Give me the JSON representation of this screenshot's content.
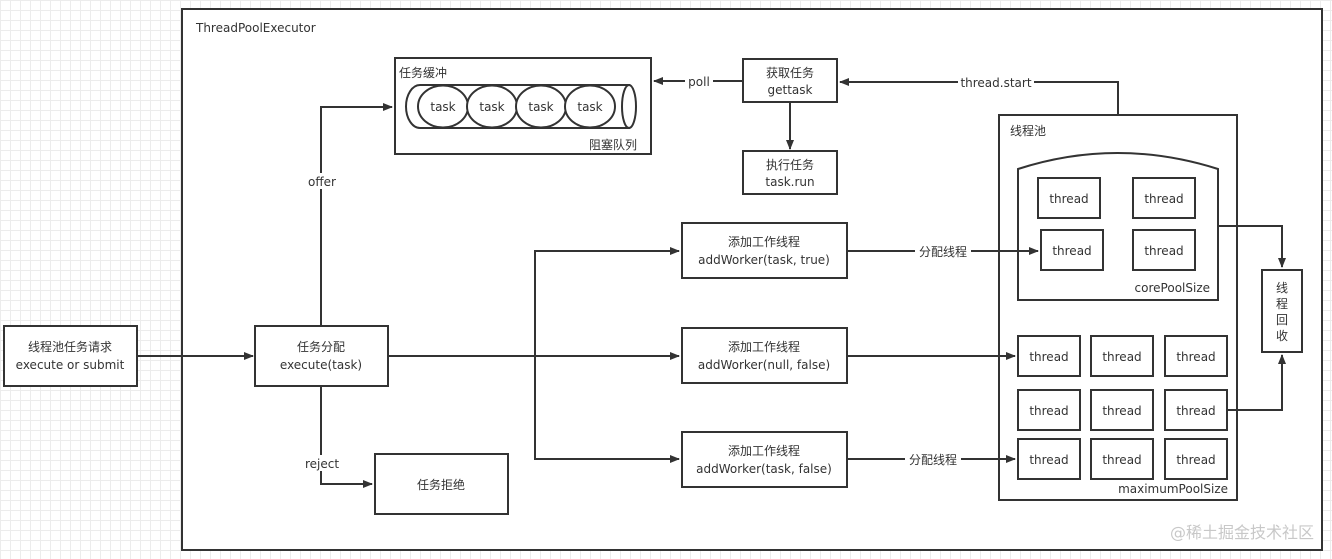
{
  "diagram": {
    "container_title": "ThreadPoolExecutor",
    "request": {
      "line1": "线程池任务请求",
      "line2": "execute or submit"
    },
    "dispatch": {
      "line1": "任务分配",
      "line2": "execute(task)"
    },
    "buffer": {
      "title": "任务缓冲",
      "queue_label": "阻塞队列",
      "tasks": [
        "task",
        "task",
        "task",
        "task"
      ]
    },
    "get_task": {
      "line1": "获取任务",
      "line2": "gettask"
    },
    "run_task": {
      "line1": "执行任务",
      "line2": "task.run"
    },
    "reject_box": {
      "label": "任务拒绝"
    },
    "add_workers": [
      {
        "line1": "添加工作线程",
        "line2": "addWorker(task, true)"
      },
      {
        "line1": "添加工作线程",
        "line2": "addWorker(null, false)"
      },
      {
        "line1": "添加工作线程",
        "line2": "addWorker(task, false)"
      }
    ],
    "edge_labels": {
      "offer": "offer",
      "reject": "reject",
      "poll": "poll",
      "thread_start": "thread.start",
      "assign_thread_1": "分配线程",
      "assign_thread_2": "分配线程"
    },
    "thread_pool": {
      "title": "线程池",
      "core_label": "corePoolSize",
      "max_label": "maximumPoolSize",
      "core_threads": [
        "thread",
        "thread",
        "thread",
        "thread"
      ],
      "max_threads": [
        "thread",
        "thread",
        "thread",
        "thread",
        "thread",
        "thread",
        "thread",
        "thread",
        "thread"
      ]
    },
    "recycle": {
      "chars": [
        "线",
        "程",
        "回",
        "收"
      ]
    },
    "watermark": "@稀土掘金技术社区"
  }
}
